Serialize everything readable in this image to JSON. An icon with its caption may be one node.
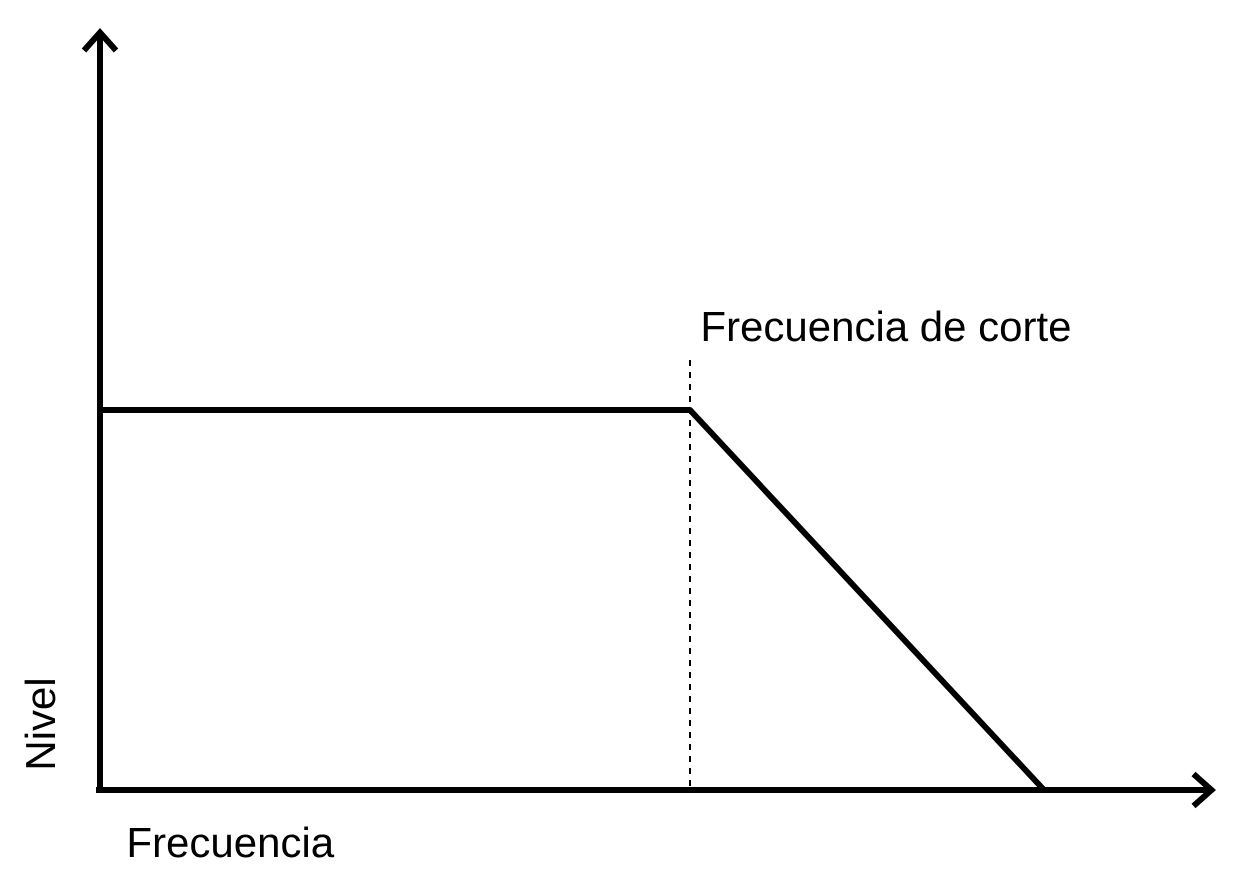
{
  "diagram": {
    "labels": [
      "Frecuencia de corte",
      "Nivel",
      "Frecuencia"
    ]
  }
}
